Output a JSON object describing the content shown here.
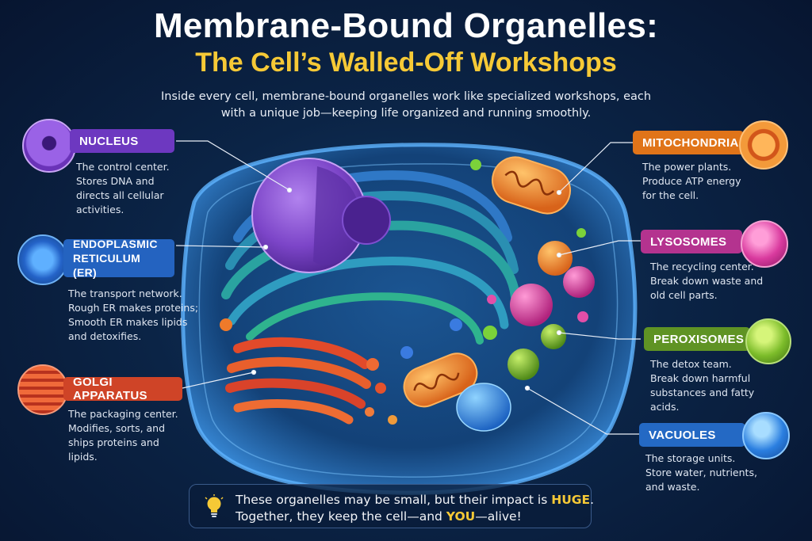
{
  "header": {
    "title": "Membrane-Bound Organelles:",
    "subtitle": "The Cell’s Walled-Off Workshops",
    "intro": "Inside every cell, membrane-bound organelles work like specialized workshops, each with a unique job—keeping life organized and running smoothly."
  },
  "organelles": {
    "nucleus": {
      "label": "NUCLEUS",
      "description": "The control center.\nStores DNA and\ndirects all cellular\nactivities.",
      "color": "#7b3fc6"
    },
    "er": {
      "label_line1": "ENDOPLASMIC",
      "label_line2": "RETICULUM (ER)",
      "description": "The transport network.\nRough ER makes proteins;\nSmooth ER makes lipids\nand detoxifies.",
      "color": "#2c7fd8"
    },
    "golgi": {
      "label": "GOLGI APPARATUS",
      "description": "The packaging center.\nModifies, sorts, and\nships proteins and\nlipids.",
      "color": "#e0512f"
    },
    "mitochondria": {
      "label": "MITOCHONDRIA",
      "description": "The power plants.\nProduce ATP energy\nfor the cell.",
      "color": "#e77b1e"
    },
    "lysosomes": {
      "label": "LYSOSOMES",
      "description": "The recycling center.\nBreak down waste and\nold cell parts.",
      "color": "#c73a9e"
    },
    "peroxisomes": {
      "label": "PEROXISOMES",
      "description": "The detox team.\nBreak down harmful\nsubstances and fatty\nacids.",
      "color": "#6da12a"
    },
    "vacuoles": {
      "label": "VACUOLES",
      "description": "The storage units.\nStore water, nutrients,\nand waste.",
      "color": "#2a79d6"
    }
  },
  "footer": {
    "icon": "lightbulb-icon",
    "line1_text": "These organelles may be small, but their impact is ",
    "line1_highlight": "HUGE",
    "line1_end": ".",
    "line2_start": "Together, they keep the cell—and ",
    "line2_highlight": "YOU",
    "line2_end": "—alive!"
  }
}
